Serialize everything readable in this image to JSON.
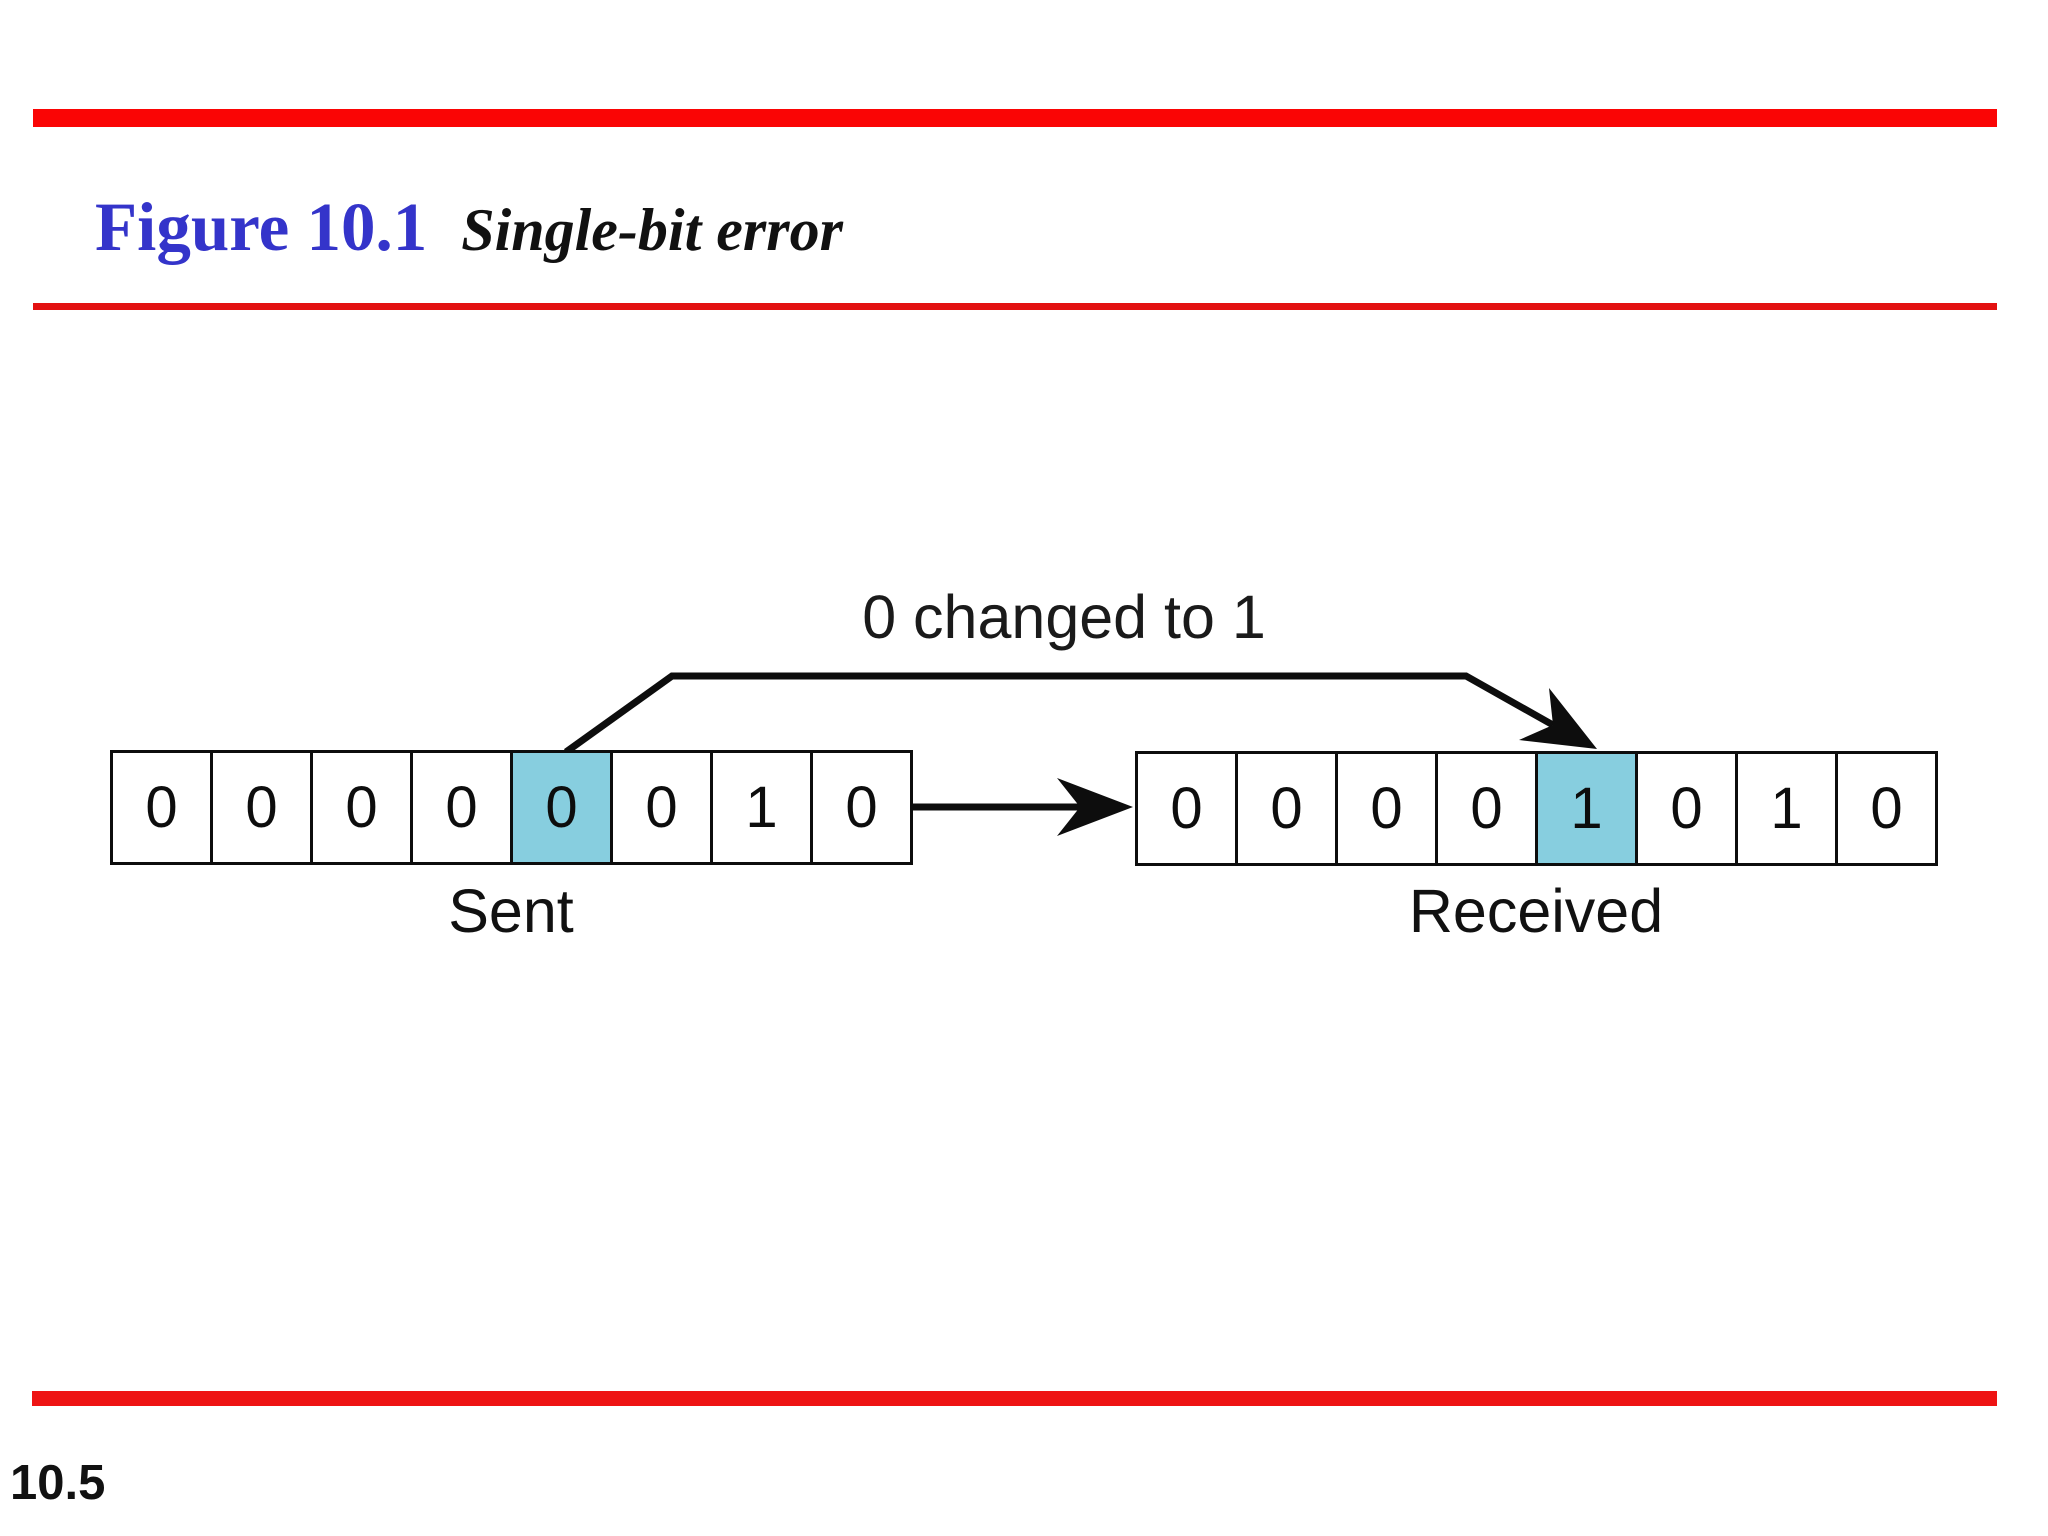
{
  "header": {
    "figure_label": "Figure 10.1",
    "figure_title": "Single-bit error"
  },
  "diagram": {
    "annotation": "0 changed to 1",
    "sent": {
      "label": "Sent",
      "bits": [
        "0",
        "0",
        "0",
        "0",
        "0",
        "0",
        "1",
        "0"
      ],
      "error_bit_index": 4
    },
    "received": {
      "label": "Received",
      "bits": [
        "0",
        "0",
        "0",
        "0",
        "1",
        "0",
        "1",
        "0"
      ],
      "error_bit_index": 4
    }
  },
  "footer": {
    "page_number": "10.5"
  },
  "colors": {
    "accent_red": "#fa0505",
    "title_blue": "#3434ca",
    "highlight_blue": "#87cedf",
    "ink_black": "#0d0d0d"
  }
}
